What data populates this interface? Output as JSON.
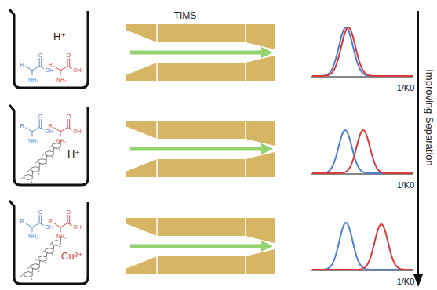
{
  "diagram": {
    "labels": [
      "TIMS",
      "H⁺",
      "R",
      "O",
      "OH",
      "NH₂",
      "R",
      "O",
      "OH",
      "NH₂",
      "1/K0",
      "R",
      "O",
      "OH",
      "NH₂",
      "R",
      "O",
      "OH",
      "NH₂",
      "H⁺",
      "1/K0",
      "R",
      "O",
      "OH",
      "NH₂",
      "R",
      "O",
      "OH",
      "NH₂",
      "Cu²⁺",
      "1/K0",
      "Improving Separation"
    ]
  }
}
